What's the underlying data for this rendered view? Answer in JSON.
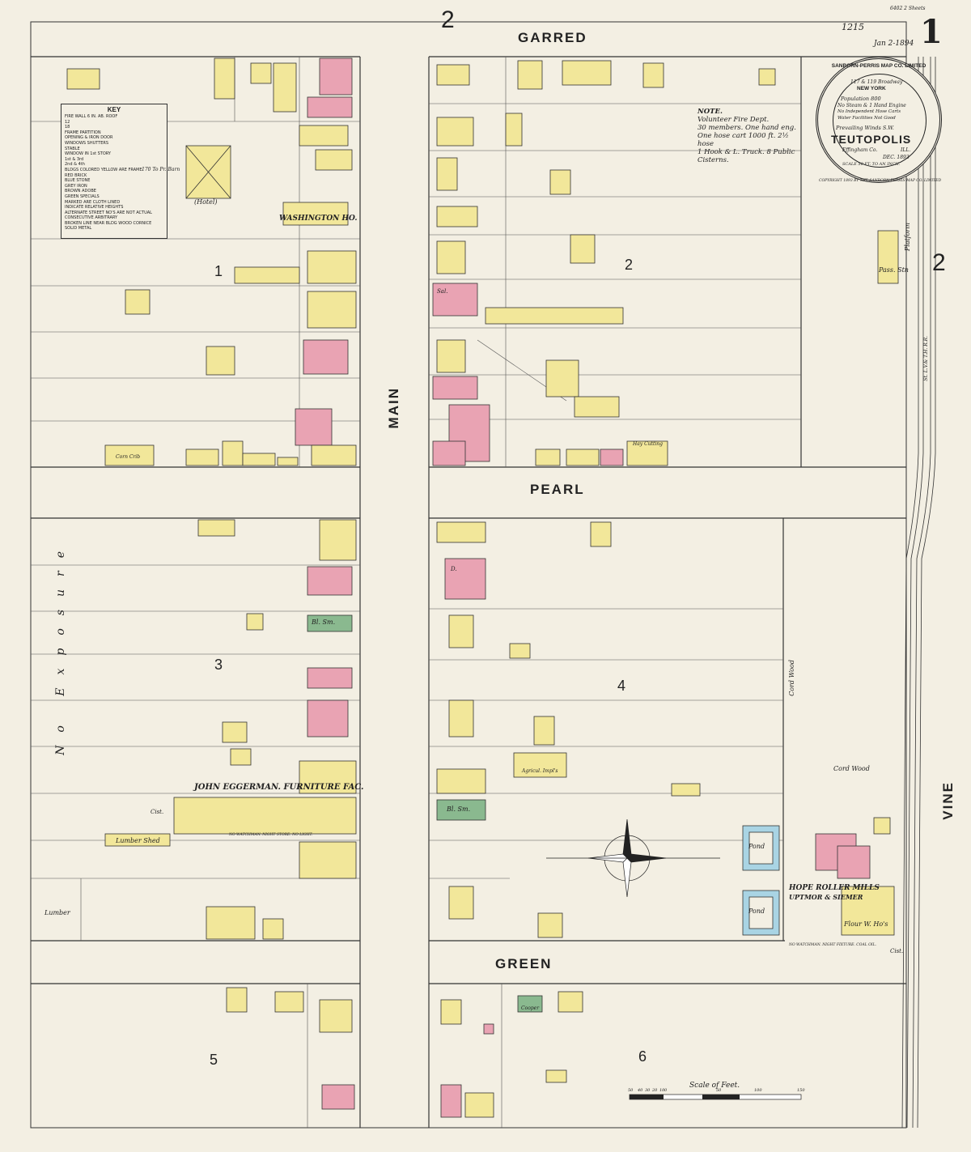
{
  "sheet_number": "1",
  "top_right_note": "1215",
  "date_note": "Jan 2-1894",
  "edition_stamp": "6402 2 Sheets",
  "streets": {
    "garred": "GARRED",
    "pearl": "PEARL",
    "green": "GREEN",
    "main": "MAIN",
    "vine": "VINE",
    "exposure": "No Exposure"
  },
  "sheet_refs": {
    "top": "2",
    "right": "2"
  },
  "blocks": [
    "1",
    "2",
    "3",
    "4",
    "5",
    "6"
  ],
  "cartouche": {
    "company": "SANBORN-PERRIS MAP CO. LIMITED",
    "address": "117 & 119 Broadway",
    "city": "NEW YORK",
    "population": "Population 800",
    "engine": "No Steam & 1 Hand Engine",
    "hose": "No Independent Hose Carts",
    "water": "Water Facilities Not Good",
    "winds": "Prevailing Winds S.W.",
    "town": "TEUTOPOLIS",
    "county": "Effingham Co.",
    "state": "ILL.",
    "date": "DEC. 1893",
    "scale": "SCALE 50 FT. TO AN INCH.",
    "copyright": "COPYRIGHT 1893 BY THE SANBORN-PERRIS MAP CO. LIMITED"
  },
  "note": {
    "title": "NOTE.",
    "lines": [
      "Volunteer Fire Dept.",
      "30 members. One hand eng.",
      "One hose cart 1000 ft. 2½ hose",
      "1 Hook & L. Truck. 8 Public",
      "Cisterns."
    ]
  },
  "key": {
    "title": "KEY",
    "items": [
      "FIRE WALL 6 IN. AB. ROOF",
      "12",
      "18",
      "FRAME PARTITION",
      "OPENING & IRON DOOR",
      "WINDOWS SHUTTERS",
      "STABLE",
      "WINDOW IN 1st STORY",
      "1st & 3rd",
      "2nd & 4th",
      "BLDGS COLORED YELLOW ARE FRAME",
      "RED BRICK",
      "BLUE STONE",
      "GREY IRON",
      "BROWN ADOBE",
      "GREEN SPECIALS",
      "MARKED ARE CLOTH LINED",
      "INDICATE RELATIVE HEIGHTS",
      "ALTERNATE STREET NO'S ARE NOT ACTUAL",
      "CONSECUTIVE ARBITRARY",
      "BROKEN LINE NEAR BLDG WOOD CORNICE",
      "SOLID METAL"
    ]
  },
  "labels": {
    "hotel": "(Hotel)",
    "washington": "WASHINGTON HO.",
    "furniture": "JOHN EGGERMAN. FURNITURE FAC.",
    "lumber_shed": "Lumber Shed",
    "lumber": "Lumber",
    "mills": "HOPE ROLLER MILLS",
    "mills_owner": "UPTMOR & SIEMER",
    "flour": "Flour W. Ho's",
    "pond": "Pond",
    "pass_stn": "Pass. Stn",
    "platform": "Platform",
    "railroad": "St. L.V.& T.H. R.R.",
    "card_wood": "Cord Wood",
    "hay_cutting": "Hay Cutting",
    "agricul": "Agricul. Impl's",
    "bl_sm": "Bl. Sm.",
    "cistern": "Cist.",
    "scale_title": "Scale of Feet.",
    "to_pr_barn": "170 To Pr. Barn",
    "corn_crib": "Corn Crib",
    "cooper": "Cooper",
    "saloon": "Sal.",
    "dwelling": "D.",
    "mill_notes": "NO WATCHMAN. NIGHT FIXTURE. COAL OIL.",
    "furniture_notes": "NO WATCHMAN. NIGHT STORE. NO LIGHT."
  },
  "scale_ticks": [
    "50",
    "40",
    "30",
    "20",
    "10",
    "0",
    "50",
    "100",
    "150"
  ],
  "colors": {
    "frame": "#f2e79a",
    "brick": "#e9a3b3",
    "stone": "#a9d4e4",
    "special": "#8ab98f",
    "paper": "#f3efe3",
    "ink": "#222222"
  }
}
